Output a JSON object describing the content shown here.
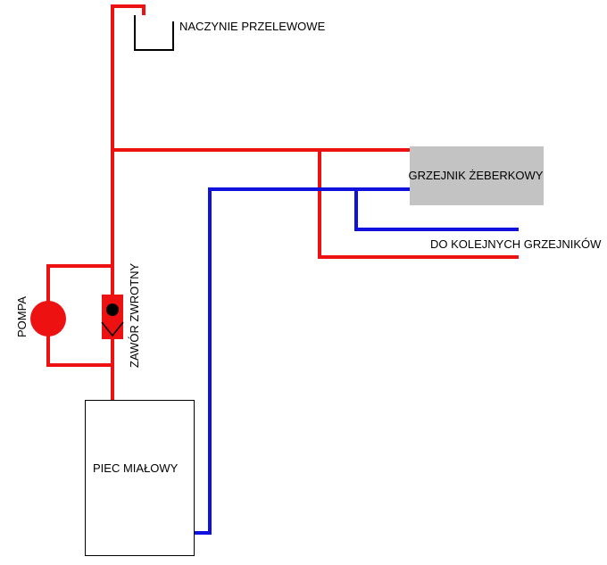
{
  "colors": {
    "hot_pipe": "#ee1111",
    "cold_pipe": "#1111dd",
    "radiator_fill": "#c3c3c3",
    "outline": "#000000",
    "background": "#ffffff"
  },
  "labels": {
    "expansion_tank": "NACZYNIE PRZELEWOWE",
    "radiator": "GRZEJNIK ŻEBERKOWY",
    "next_radiators": "DO KOLEJNYCH GRZEJNIKÓW",
    "pump": "POMPA",
    "check_valve": "ZAWÓR ZWROTNY",
    "furnace": "PIEC MIAŁOWY"
  }
}
